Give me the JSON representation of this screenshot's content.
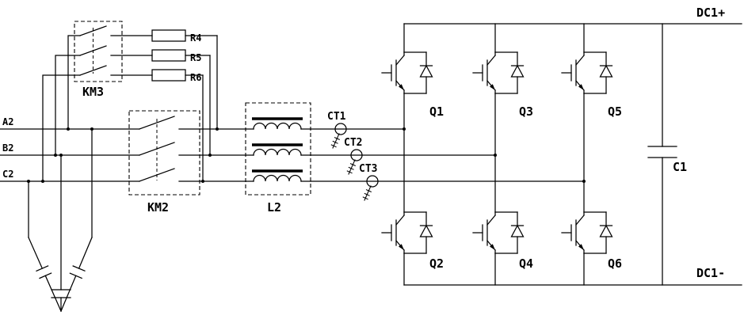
{
  "diagram": {
    "kind": "circuit-schematic"
  },
  "colors": {
    "line": "#000000",
    "background": "#ffffff"
  },
  "labels": {
    "a2": "A2",
    "b2": "B2",
    "c2": "C2",
    "km3": "KM3",
    "km2": "KM2",
    "l2": "L2",
    "r4": "R4",
    "r5": "R5",
    "r6": "R6",
    "ct1": "CT1",
    "ct2": "CT2",
    "ct3": "CT3",
    "q1": "Q1",
    "q2": "Q2",
    "q3": "Q3",
    "q4": "Q4",
    "q5": "Q5",
    "q6": "Q6",
    "c1": "C1",
    "dc_plus": "DC1+",
    "dc_minus": "DC1-"
  }
}
